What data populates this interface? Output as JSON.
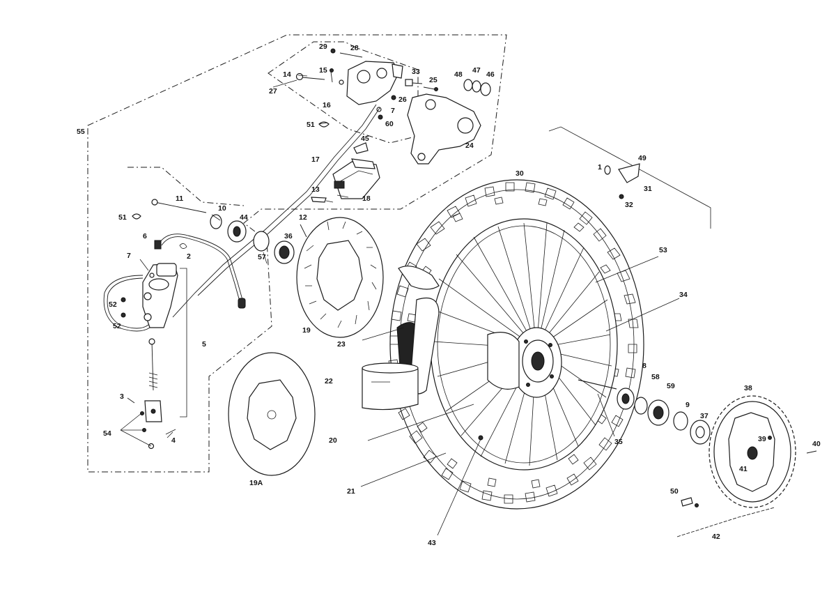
{
  "labels": [
    {
      "id": "29",
      "text": "29"
    },
    {
      "id": "28",
      "text": "28"
    },
    {
      "id": "14",
      "text": "14"
    },
    {
      "id": "15",
      "text": "15"
    },
    {
      "id": "33",
      "text": "33"
    },
    {
      "id": "25",
      "text": "25"
    },
    {
      "id": "48",
      "text": "48"
    },
    {
      "id": "47",
      "text": "47"
    },
    {
      "id": "46",
      "text": "46"
    },
    {
      "id": "27",
      "text": "27"
    },
    {
      "id": "16",
      "text": "16"
    },
    {
      "id": "26",
      "text": "26"
    },
    {
      "id": "7a",
      "text": "7"
    },
    {
      "id": "60",
      "text": "60"
    },
    {
      "id": "55",
      "text": "55"
    },
    {
      "id": "51a",
      "text": "51"
    },
    {
      "id": "45",
      "text": "45"
    },
    {
      "id": "24",
      "text": "24"
    },
    {
      "id": "17",
      "text": "17"
    },
    {
      "id": "30",
      "text": "30"
    },
    {
      "id": "49",
      "text": "49"
    },
    {
      "id": "1",
      "text": "1"
    },
    {
      "id": "31",
      "text": "31"
    },
    {
      "id": "32",
      "text": "32"
    },
    {
      "id": "13",
      "text": "13"
    },
    {
      "id": "18",
      "text": "18"
    },
    {
      "id": "11",
      "text": "11"
    },
    {
      "id": "10",
      "text": "10"
    },
    {
      "id": "44",
      "text": "44"
    },
    {
      "id": "12",
      "text": "12"
    },
    {
      "id": "51b",
      "text": "51"
    },
    {
      "id": "6",
      "text": "6"
    },
    {
      "id": "2",
      "text": "2"
    },
    {
      "id": "36",
      "text": "36"
    },
    {
      "id": "57",
      "text": "57"
    },
    {
      "id": "53",
      "text": "53"
    },
    {
      "id": "7b",
      "text": "7"
    },
    {
      "id": "34",
      "text": "34"
    },
    {
      "id": "52a",
      "text": "52"
    },
    {
      "id": "52b",
      "text": "52"
    },
    {
      "id": "19",
      "text": "19"
    },
    {
      "id": "5",
      "text": "5"
    },
    {
      "id": "23",
      "text": "23"
    },
    {
      "id": "8",
      "text": "8"
    },
    {
      "id": "22",
      "text": "22"
    },
    {
      "id": "58",
      "text": "58"
    },
    {
      "id": "59",
      "text": "59"
    },
    {
      "id": "38",
      "text": "38"
    },
    {
      "id": "3",
      "text": "3"
    },
    {
      "id": "9",
      "text": "9"
    },
    {
      "id": "37",
      "text": "37"
    },
    {
      "id": "54",
      "text": "54"
    },
    {
      "id": "4",
      "text": "4"
    },
    {
      "id": "20",
      "text": "20"
    },
    {
      "id": "35",
      "text": "35"
    },
    {
      "id": "39",
      "text": "39"
    },
    {
      "id": "40",
      "text": "40"
    },
    {
      "id": "41",
      "text": "41"
    },
    {
      "id": "19A",
      "text": "19A"
    },
    {
      "id": "21",
      "text": "21"
    },
    {
      "id": "50",
      "text": "50"
    },
    {
      "id": "42",
      "text": "42"
    },
    {
      "id": "43",
      "text": "43"
    }
  ]
}
